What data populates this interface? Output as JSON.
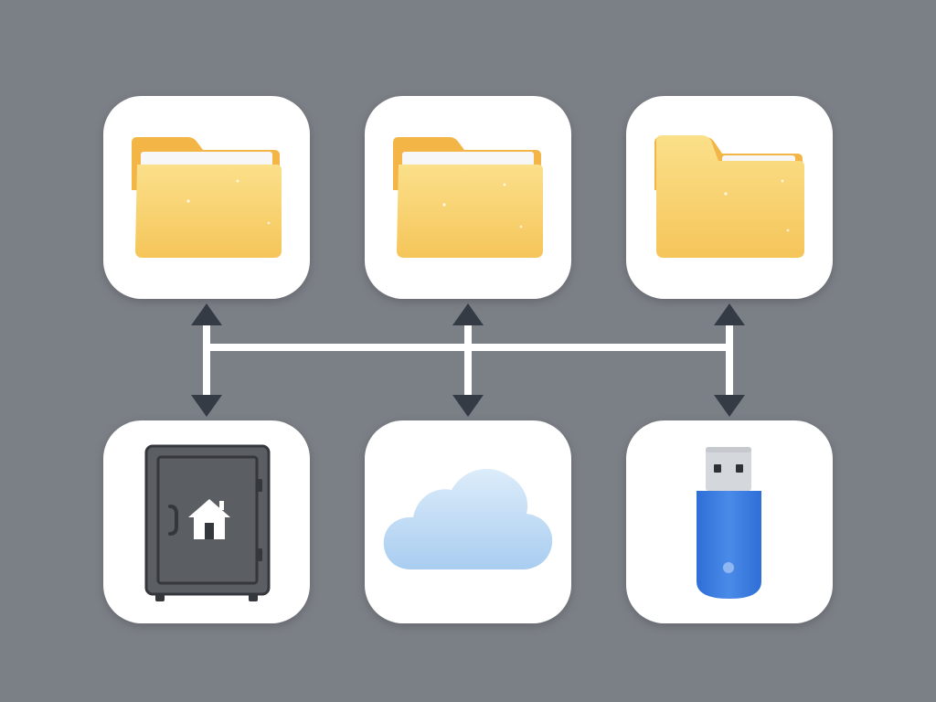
{
  "colors": {
    "background": "#7b7f86",
    "tile": "#ffffff",
    "connector_line": "#ffffff",
    "arrowhead": "#343b45",
    "folder_back": "#f3b545",
    "folder_front_top": "#fbe08a",
    "folder_front_bottom": "#f5c55a",
    "folder_paper": "#f7f7f7",
    "safe_body": "#5b5e63",
    "safe_border": "#34373c",
    "cloud_top": "#dcecfa",
    "cloud_bottom": "#a9cdf0",
    "usb_metal": "#d4d7db",
    "usb_body": "#2f6fd6",
    "usb_body_light": "#4a8ae8"
  },
  "folders": [
    {
      "icon": "folder-icon",
      "paper_visible": true
    },
    {
      "icon": "folder-icon",
      "paper_visible": true
    },
    {
      "icon": "folder-icon",
      "paper_visible": false
    }
  ],
  "storage_targets": [
    {
      "icon": "home-safe-icon"
    },
    {
      "icon": "cloud-icon"
    },
    {
      "icon": "usb-drive-icon"
    }
  ],
  "connections": [
    {
      "from": "folder-1",
      "to": "home-safe",
      "direction": "bidirectional"
    },
    {
      "from": "folder-2",
      "to": "cloud",
      "direction": "bidirectional"
    },
    {
      "from": "folder-3",
      "to": "usb-drive",
      "direction": "bidirectional"
    }
  ]
}
